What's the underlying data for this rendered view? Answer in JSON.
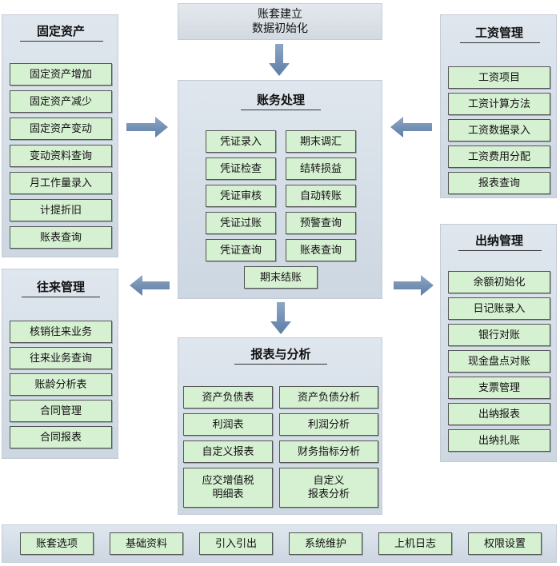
{
  "top": {
    "label": "账套建立\n数据初始化"
  },
  "fixed_assets": {
    "title": "固定资产",
    "items": [
      "固定资产增加",
      "固定资产减少",
      "固定资产变动",
      "变动资料查询",
      "月工作量录入",
      "计提折旧",
      "账表查询"
    ]
  },
  "payroll": {
    "title": "工资管理",
    "items": [
      "工资项目",
      "工资计算方法",
      "工资数据录入",
      "工资费用分配",
      "报表查询"
    ]
  },
  "accounting": {
    "title": "账务处理",
    "left_items": [
      "凭证录入",
      "凭证检查",
      "凭证审核",
      "凭证过账",
      "凭证查询"
    ],
    "right_items": [
      "期末调汇",
      "结转损益",
      "自动转账",
      "预警查询",
      "账表查询"
    ],
    "bottom_item": "期末结账"
  },
  "receivables": {
    "title": "往来管理",
    "items": [
      "核销往来业务",
      "往来业务查询",
      "账龄分析表",
      "合同管理",
      "合同报表"
    ]
  },
  "cashier": {
    "title": "出纳管理",
    "items": [
      "余额初始化",
      "日记账录入",
      "银行对账",
      "现金盘点对账",
      "支票管理",
      "出纳报表",
      "出纳扎账"
    ]
  },
  "reports": {
    "title": "报表与分析",
    "left_items": [
      "资产负债表",
      "利润表",
      "自定义报表",
      "应交增值税\n明细表"
    ],
    "right_items": [
      "资产负债分析",
      "利润分析",
      "财务指标分析",
      "自定义\n报表分析"
    ]
  },
  "footer": {
    "items": [
      "账套选项",
      "基础资料",
      "引入引出",
      "系统维护",
      "上机日志",
      "权限设置"
    ]
  }
}
